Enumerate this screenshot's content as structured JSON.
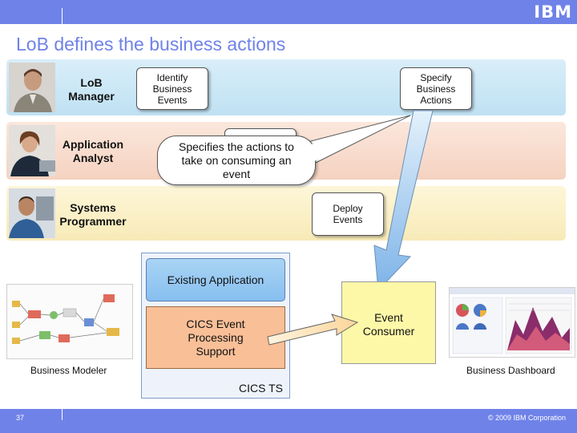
{
  "header": {
    "logo": "IBM",
    "title": "LoB defines the business actions"
  },
  "lanes": [
    {
      "role": "LoB\nManager",
      "color": "#c8e6f5"
    },
    {
      "role": "Application\nAnalyst",
      "color": "#f8dccc"
    },
    {
      "role": "Systems\nProgrammer",
      "color": "#fbf0c6"
    }
  ],
  "cards": {
    "identify": "Identify\nBusiness\nEvents",
    "specify": "Specify\nBusiness\nActions",
    "deploy": "Deploy\nEvents"
  },
  "callout": "Specifies the actions to\ntake on consuming an\nevent",
  "boxes": {
    "existing_app": "Existing Application",
    "cics_event": "CICS Event\nProcessing\nSupport",
    "cics_ts": "CICS TS",
    "event_consumer": "Event\nConsumer"
  },
  "captions": {
    "business_modeler": "Business Modeler",
    "business_dashboard": "Business Dashboard"
  },
  "footer": {
    "page": "37",
    "copyright": "© 2009 IBM Corporation"
  },
  "colors": {
    "bar": "#6f82e8",
    "arrow_blue": "#9cc6ee",
    "consumer": "#fdf8a8",
    "cics_box": "#f9bf97"
  }
}
